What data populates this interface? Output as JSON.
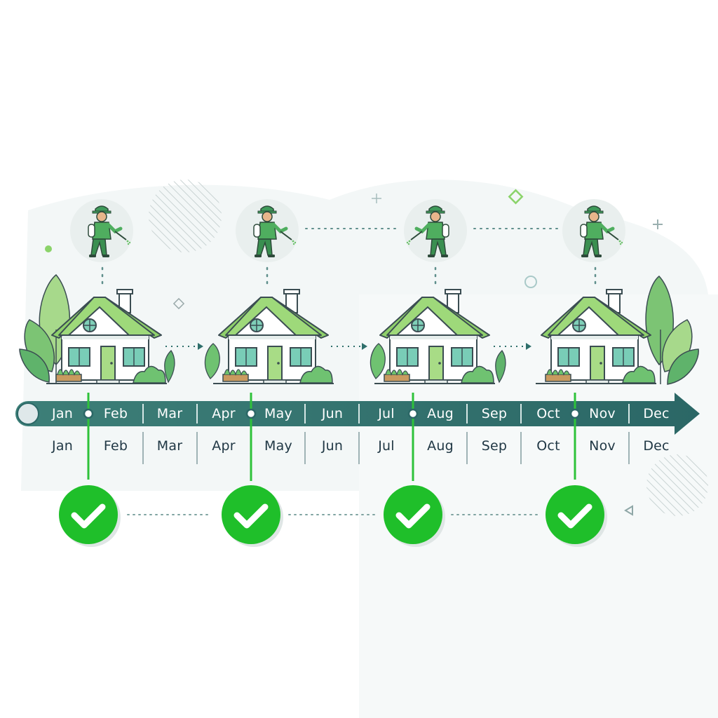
{
  "timeline": {
    "months_on_arrow": [
      "Jan",
      "Feb",
      "Mar",
      "Apr",
      "May",
      "Jun",
      "Jul",
      "Aug",
      "Sep",
      "Oct",
      "Nov",
      "Dec"
    ],
    "months_below": [
      "Jan",
      "Feb",
      "Mar",
      "Apr",
      "May",
      "Jun",
      "Jul",
      "Aug",
      "Sep",
      "Oct",
      "Nov",
      "Dec"
    ],
    "service_visit_count": 4,
    "arrow_color": "#2f6f6b",
    "check_color": "#1fbf2a",
    "accent_green": "#8bd36a",
    "leaf_green": "#5cb85c"
  },
  "icons": {
    "technician": "pest-control-technician-spraying-icon",
    "house": "house-icon",
    "check": "checkmark-circle-icon",
    "leaves": "foliage-icon"
  }
}
